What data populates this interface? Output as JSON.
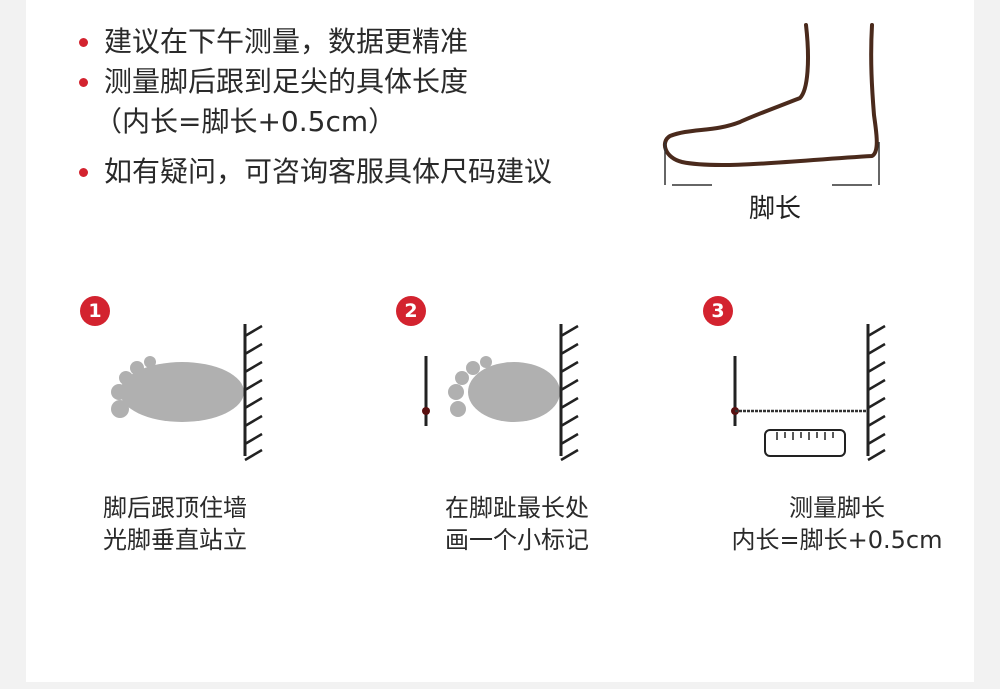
{
  "tips": [
    {
      "text": "建议在下午测量，数据更精准"
    },
    {
      "text": "测量脚后跟到足尖的具体长度",
      "sub": "（内长=脚长+0.5cm）"
    },
    {
      "text": "如有疑问，可咨询客服具体尺码建议"
    }
  ],
  "foot_diagram": {
    "label": "脚长"
  },
  "steps": [
    {
      "number": "1",
      "line1": "脚后跟顶住墙",
      "line2": "光脚垂直站立"
    },
    {
      "number": "2",
      "line1": "在脚趾最长处",
      "line2": "画一个小标记"
    },
    {
      "number": "3",
      "line1": "测量脚长",
      "line2": "内长=脚长+0.5cm"
    }
  ],
  "colors": {
    "accent": "#d3232f",
    "foot_gray": "#b0b0b0",
    "outline_brown": "#4a2a1c"
  }
}
